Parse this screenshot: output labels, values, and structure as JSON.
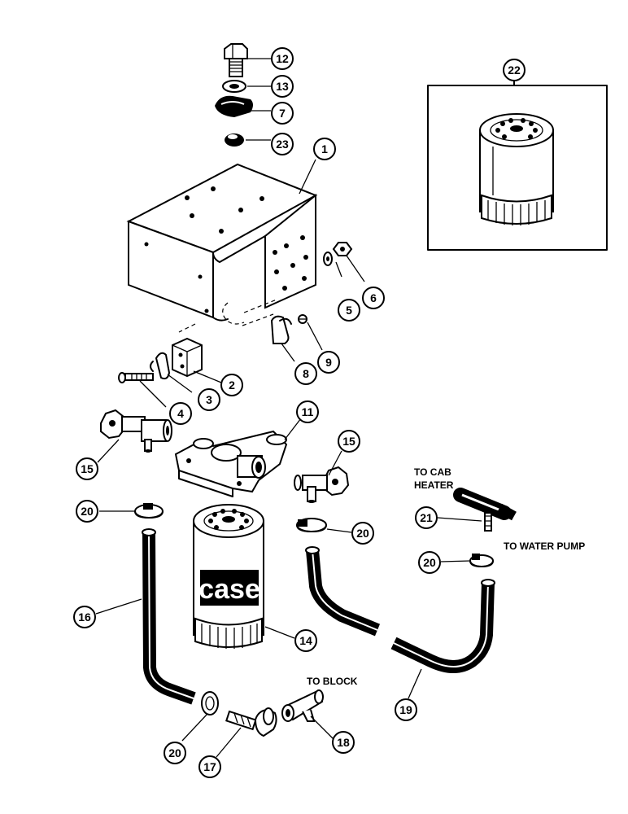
{
  "callouts": [
    {
      "id": "c1",
      "number": "1"
    },
    {
      "id": "c2",
      "number": "2"
    },
    {
      "id": "c3",
      "number": "3"
    },
    {
      "id": "c4",
      "number": "4"
    },
    {
      "id": "c5",
      "number": "5"
    },
    {
      "id": "c6",
      "number": "6"
    },
    {
      "id": "c7",
      "number": "7"
    },
    {
      "id": "c8",
      "number": "8"
    },
    {
      "id": "c9",
      "number": "9"
    },
    {
      "id": "c11",
      "number": "11"
    },
    {
      "id": "c12",
      "number": "12"
    },
    {
      "id": "c13",
      "number": "13"
    },
    {
      "id": "c14",
      "number": "14"
    },
    {
      "id": "c15a",
      "number": "15"
    },
    {
      "id": "c15b",
      "number": "15"
    },
    {
      "id": "c16",
      "number": "16"
    },
    {
      "id": "c17",
      "number": "17"
    },
    {
      "id": "c18",
      "number": "18"
    },
    {
      "id": "c19",
      "number": "19"
    },
    {
      "id": "c20a",
      "number": "20"
    },
    {
      "id": "c20b",
      "number": "20"
    },
    {
      "id": "c20c",
      "number": "20"
    },
    {
      "id": "c20d",
      "number": "20"
    },
    {
      "id": "c21",
      "number": "21"
    },
    {
      "id": "c22",
      "number": "22"
    },
    {
      "id": "c23",
      "number": "23"
    }
  ],
  "notes": {
    "to_cab_line1": "TO CAB",
    "to_cab_line2": "HEATER",
    "to_water_pump": "TO WATER PUMP",
    "to_block": "TO BLOCK"
  },
  "filter_brand": "case"
}
